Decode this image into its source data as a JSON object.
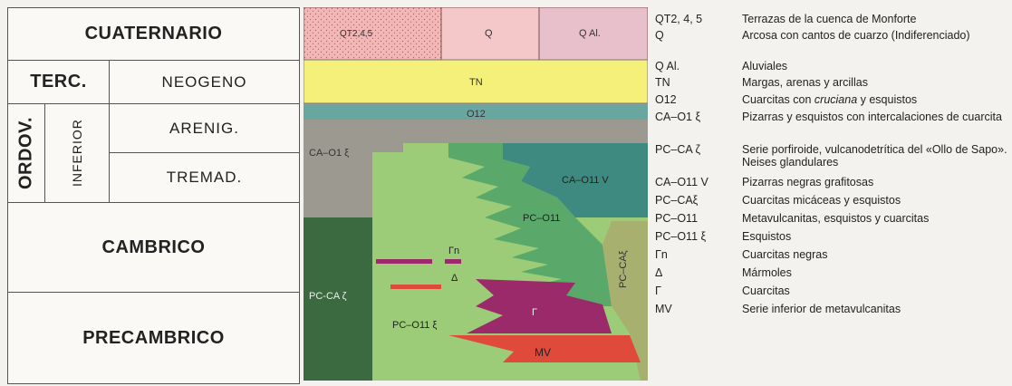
{
  "table": {
    "cuaternario": "CUATERNARIO",
    "terc": "TERC.",
    "neogeno": "NEOGENO",
    "ordov": "ORDOV.",
    "inferior": "INFERIOR",
    "arenig": "ARENIG.",
    "tremad": "TREMAD.",
    "cambrico": "CAMBRICO",
    "precambrico": "PRECAMBRICO"
  },
  "diagram": {
    "labels": {
      "qt": "QT2,4,5",
      "q": "Q",
      "qal": "Q Al.",
      "tn": "TN",
      "o12": "O12",
      "ca_o1": "CA–O1 ξ",
      "ca_o11v": "CA–O11 V",
      "pc_o11": "PC–O11",
      "pc_ca_right": "PC–CAξ",
      "gamma_n": "Γn",
      "delta": "Δ",
      "pc_ca_left": "PC-CA ζ",
      "gamma": "Γ",
      "pc_o11_xi": "PC–O11 ξ",
      "mv": "MV"
    },
    "colors": {
      "stipple": "#f2b8b8",
      "q": "#f4c8c8",
      "qal": "#e8c0cc",
      "neogene": "#f4f07a",
      "o12": "#6aa6a0",
      "grey": "#9c9a90",
      "lightgreen": "#9ccc78",
      "darkgreen": "#3c6a40",
      "teal": "#3f8a80",
      "midgreen": "#5aa86a",
      "olive": "#a8b070",
      "magenta": "#9a2a6a",
      "red": "#e04a3a"
    }
  },
  "legend": [
    {
      "code": "QT2, 4, 5",
      "desc": "Terrazas de la cuenca de Monforte"
    },
    {
      "code": "Q",
      "desc": "Arcosa con cantos de cuarzo (Indiferenciado)"
    },
    {
      "code": "Q Al.",
      "desc": "Aluviales"
    },
    {
      "code": "TN",
      "desc": "Margas, arenas y arcillas"
    },
    {
      "code": "O12",
      "desc_pre": "Cuarcitas con ",
      "desc_em": "cruciana",
      "desc_post": " y esquistos"
    },
    {
      "code": "CA–O1 ξ",
      "desc": "Pizarras y esquistos con intercalaciones de cuarcita"
    },
    {
      "code": "PC–CA ζ",
      "desc": "Serie porfiroide, vulcanodetrítica del «Ollo de Sapo». Neises glandulares"
    },
    {
      "code": "CA–O11 V",
      "desc": "Pizarras negras grafitosas"
    },
    {
      "code": "PC–CAξ",
      "desc": "Cuarcitas micáceas y esquistos"
    },
    {
      "code": "PC–O11",
      "desc": "Metavulcanitas, esquistos y cuarcitas"
    },
    {
      "code": "PC–O11 ξ",
      "desc": "Esquistos"
    },
    {
      "code": "Γn",
      "desc": "Cuarcitas negras"
    },
    {
      "code": "Δ",
      "desc": "Mármoles"
    },
    {
      "code": "Γ",
      "desc": "Cuarcitas"
    },
    {
      "code": "MV",
      "desc": "Serie inferior de metavulcanitas"
    }
  ]
}
